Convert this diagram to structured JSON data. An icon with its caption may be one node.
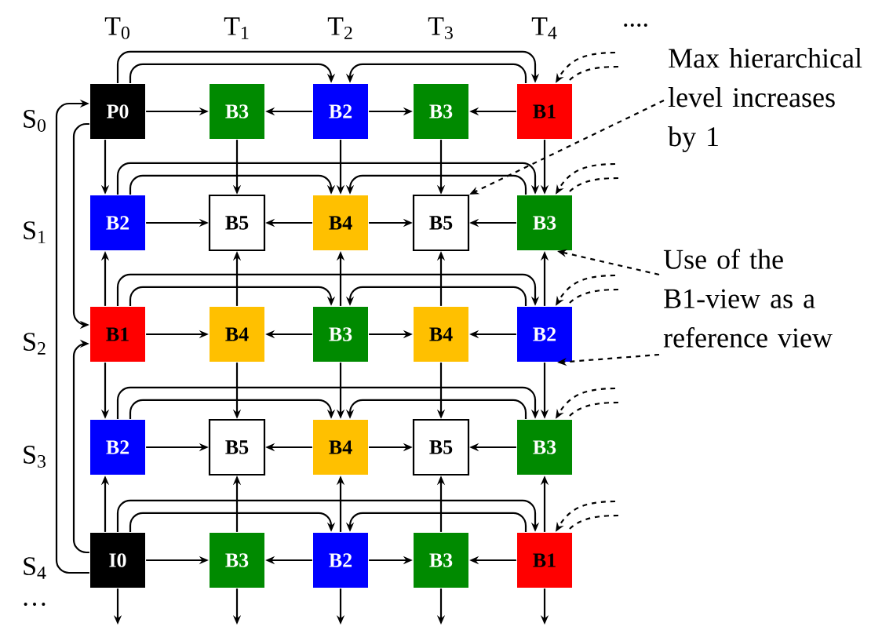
{
  "diagram": {
    "nodes": [
      {
        "text": [
          "P0"
        ]
      },
      {
        "text": [
          "B3"
        ]
      },
      {
        "text": [
          "B2"
        ]
      },
      {
        "text": [
          "B3"
        ]
      },
      {
        "text": [
          "B1"
        ]
      },
      {
        "text": [
          "B2"
        ]
      },
      {
        "text": [
          "B5"
        ]
      },
      {
        "text": [
          "B4"
        ]
      },
      {
        "text": [
          "B5"
        ]
      },
      {
        "text": [
          "B3"
        ]
      },
      {
        "text": [
          "B1"
        ]
      },
      {
        "text": [
          "B4"
        ]
      },
      {
        "text": [
          "B3"
        ]
      },
      {
        "text": [
          "B4"
        ]
      },
      {
        "text": [
          "B2"
        ]
      },
      {
        "text": [
          "B2"
        ]
      },
      {
        "text": [
          "B5"
        ]
      },
      {
        "text": [
          "B4"
        ]
      },
      {
        "text": [
          "B5"
        ]
      },
      {
        "text": [
          "B3"
        ]
      },
      {
        "text": [
          "I0"
        ]
      },
      {
        "text": [
          "B3"
        ]
      },
      {
        "text": [
          "B2"
        ]
      },
      {
        "text": [
          "B3"
        ]
      },
      {
        "text": [
          "B1"
        ]
      },
      {
        "text": [
          "Max hierarchical level increases by 1"
        ]
      },
      {
        "text": [
          "Use of the B1-view as a reference view"
        ]
      }
    ],
    "edges": [
      {
        "from": 0,
        "to": 1,
        "arrow": "to"
      },
      {
        "from": 2,
        "to": 1,
        "arrow": "to"
      },
      {
        "from": 2,
        "to": 3,
        "arrow": "to"
      },
      {
        "from": 4,
        "to": 3,
        "arrow": "to"
      },
      {
        "from": 0,
        "to": 4,
        "arrow": "to"
      },
      {
        "from": 0,
        "to": 2,
        "arrow": "to"
      },
      {
        "from": 4,
        "to": 2,
        "arrow": "to"
      },
      {
        "from": 5,
        "to": 6,
        "arrow": "to"
      },
      {
        "from": 7,
        "to": 6,
        "arrow": "to"
      },
      {
        "from": 7,
        "to": 8,
        "arrow": "to"
      },
      {
        "from": 9,
        "to": 8,
        "arrow": "to"
      },
      {
        "from": 5,
        "to": 9,
        "arrow": "to"
      },
      {
        "from": 5,
        "to": 7,
        "arrow": "to"
      },
      {
        "from": 9,
        "to": 7,
        "arrow": "to"
      },
      {
        "from": 10,
        "to": 11,
        "arrow": "to"
      },
      {
        "from": 12,
        "to": 11,
        "arrow": "to"
      },
      {
        "from": 12,
        "to": 13,
        "arrow": "to"
      },
      {
        "from": 14,
        "to": 13,
        "arrow": "to"
      },
      {
        "from": 10,
        "to": 14,
        "arrow": "to"
      },
      {
        "from": 10,
        "to": 12,
        "arrow": "to"
      },
      {
        "from": 14,
        "to": 12,
        "arrow": "to"
      },
      {
        "from": 15,
        "to": 16,
        "arrow": "to"
      },
      {
        "from": 17,
        "to": 16,
        "arrow": "to"
      },
      {
        "from": 17,
        "to": 18,
        "arrow": "to"
      },
      {
        "from": 19,
        "to": 18,
        "arrow": "to"
      },
      {
        "from": 15,
        "to": 19,
        "arrow": "to"
      },
      {
        "from": 15,
        "to": 17,
        "arrow": "to"
      },
      {
        "from": 19,
        "to": 17,
        "arrow": "to"
      },
      {
        "from": 20,
        "to": 21,
        "arrow": "to"
      },
      {
        "from": 22,
        "to": 21,
        "arrow": "to"
      },
      {
        "from": 22,
        "to": 23,
        "arrow": "to"
      },
      {
        "from": 24,
        "to": 23,
        "arrow": "to"
      },
      {
        "from": 20,
        "to": 24,
        "arrow": "to"
      },
      {
        "from": 20,
        "to": 22,
        "arrow": "to"
      },
      {
        "from": 24,
        "to": 22,
        "arrow": "to"
      },
      {
        "from": 0,
        "to": 5,
        "arrow": "to"
      },
      {
        "from": 10,
        "to": 5,
        "arrow": "to"
      },
      {
        "from": 10,
        "to": 15,
        "arrow": "to"
      },
      {
        "from": 20,
        "to": 15,
        "arrow": "to"
      },
      {
        "from": 1,
        "to": 6,
        "arrow": "to"
      },
      {
        "from": 11,
        "to": 6,
        "arrow": "to"
      },
      {
        "from": 11,
        "to": 16,
        "arrow": "to"
      },
      {
        "from": 21,
        "to": 16,
        "arrow": "to"
      },
      {
        "from": 2,
        "to": 7,
        "arrow": "to"
      },
      {
        "from": 12,
        "to": 7,
        "arrow": "to"
      },
      {
        "from": 12,
        "to": 17,
        "arrow": "to"
      },
      {
        "from": 22,
        "to": 17,
        "arrow": "to"
      },
      {
        "from": 3,
        "to": 8,
        "arrow": "to"
      },
      {
        "from": 13,
        "to": 8,
        "arrow": "to"
      },
      {
        "from": 13,
        "to": 18,
        "arrow": "to"
      },
      {
        "from": 23,
        "to": 18,
        "arrow": "to"
      },
      {
        "from": 4,
        "to": 9,
        "arrow": "to"
      },
      {
        "from": 14,
        "to": 9,
        "arrow": "to"
      },
      {
        "from": 14,
        "to": 19,
        "arrow": "to"
      },
      {
        "from": 24,
        "to": 19,
        "arrow": "to"
      },
      {
        "from": 20,
        "to": 0,
        "arrow": "to"
      },
      {
        "from": 0,
        "to": 10,
        "arrow": "to"
      },
      {
        "from": 20,
        "to": 10,
        "arrow": "to"
      },
      {
        "from": 20,
        "to": null,
        "arrow": "to"
      },
      {
        "from": 21,
        "to": null,
        "arrow": "to"
      },
      {
        "from": 22,
        "to": null,
        "arrow": "to"
      },
      {
        "from": 23,
        "to": null,
        "arrow": "to"
      },
      {
        "from": 24,
        "to": null,
        "arrow": "to"
      },
      {
        "from": null,
        "to": 4,
        "arrow": "to",
        "style": "dashed"
      },
      {
        "from": null,
        "to": 4,
        "arrow": "none",
        "style": "dashed"
      },
      {
        "from": null,
        "to": 9,
        "arrow": "to",
        "style": "dashed"
      },
      {
        "from": null,
        "to": 9,
        "arrow": "none",
        "style": "dashed"
      },
      {
        "from": null,
        "to": 14,
        "arrow": "to",
        "style": "dashed"
      },
      {
        "from": null,
        "to": 14,
        "arrow": "none",
        "style": "dashed"
      },
      {
        "from": null,
        "to": 19,
        "arrow": "to",
        "style": "dashed"
      },
      {
        "from": null,
        "to": 19,
        "arrow": "none",
        "style": "dashed"
      },
      {
        "from": null,
        "to": 24,
        "arrow": "to",
        "style": "dashed"
      },
      {
        "from": null,
        "to": 24,
        "arrow": "none",
        "style": "dashed"
      },
      {
        "from": 25,
        "to": 8,
        "arrow": "to",
        "style": "dashed"
      },
      {
        "from": 26,
        "to": 9,
        "arrow": "to",
        "style": "dashed"
      },
      {
        "from": 26,
        "to": 14,
        "arrow": "to",
        "style": "dashed"
      }
    ],
    "labels": [
      "T$_{0}$",
      "T$_{1}$",
      "T$_{2}$",
      "T$_{3}$",
      "T$_{4}$",
      "....",
      "S$_{0}$",
      "S$_{1}$",
      "S$_{2}$",
      "S$_{3}$",
      "S$_{4}$",
      "…"
    ]
  }
}
